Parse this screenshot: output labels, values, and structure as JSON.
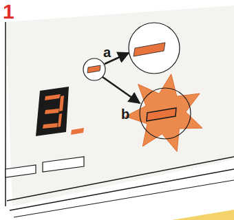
{
  "diagram": {
    "labels": [
      "1",
      "a",
      "b"
    ]
  }
}
